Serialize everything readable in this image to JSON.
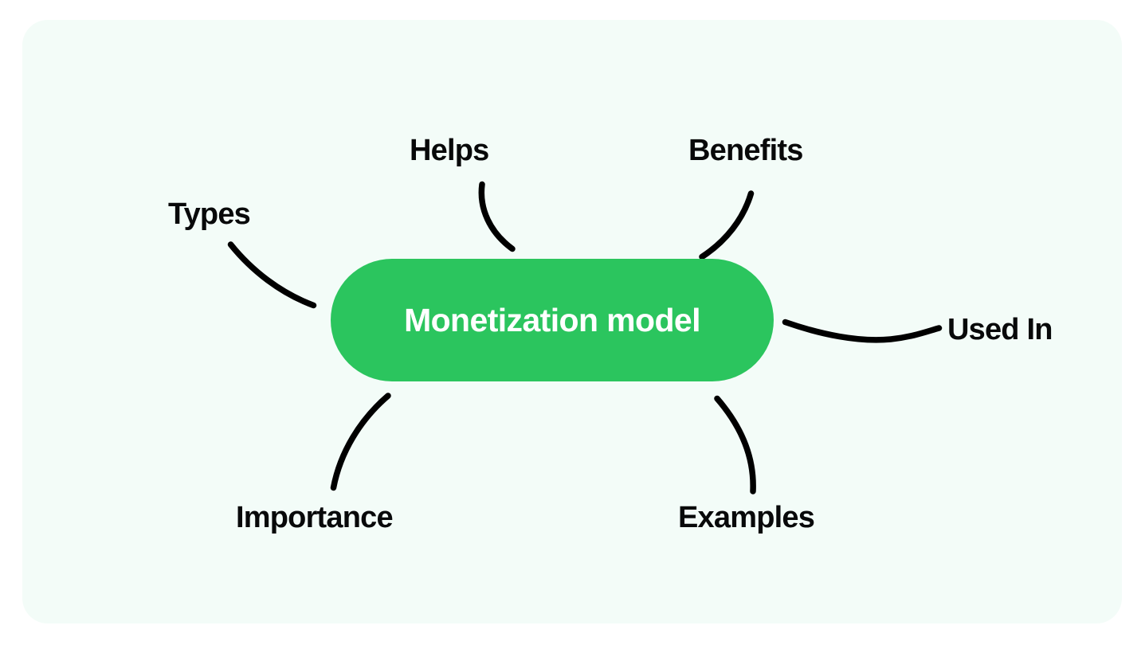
{
  "diagram": {
    "type": "mind-map",
    "canvas_background": "#f3fcf8",
    "page_background": "#ffffff",
    "stroke_color": "#000000",
    "accent_color": "#2bc55e",
    "text_color": "#08090a",
    "central_node": {
      "label": "Monetization model",
      "shape": "pill",
      "fill": "#2bc55e",
      "text_color": "#ffffff"
    },
    "branches": [
      {
        "id": "types",
        "label": "Types",
        "position": "left-top"
      },
      {
        "id": "helps",
        "label": "Helps",
        "position": "top-left"
      },
      {
        "id": "benefits",
        "label": "Benefits",
        "position": "top-right"
      },
      {
        "id": "used-in",
        "label": "Used In",
        "position": "right"
      },
      {
        "id": "importance",
        "label": "Importance",
        "position": "bottom-left"
      },
      {
        "id": "examples",
        "label": "Examples",
        "position": "bottom-right"
      }
    ]
  }
}
